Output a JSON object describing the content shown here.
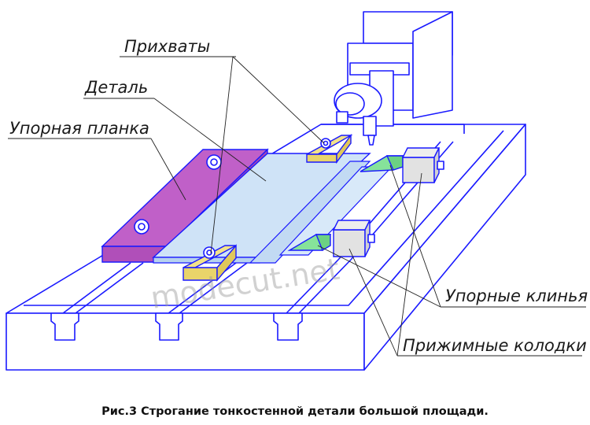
{
  "labels": {
    "clamps": "Прихваты",
    "workpiece": "Деталь",
    "stop_bar": "Упорная планка",
    "stop_wedges": "Упорные клинья",
    "clamp_blocks": "Прижимные колодки"
  },
  "watermark": "modecut.net",
  "caption": "Рис.3 Строгание тонкостенной детали большой площади.",
  "colors": {
    "outline": "#1a1aff",
    "stop_bar": "#c060c8",
    "workpiece": "#cfe3f7",
    "clamps": "#f2e28a",
    "wedges": "#86e39a",
    "blocks": "#e2e2e2"
  }
}
